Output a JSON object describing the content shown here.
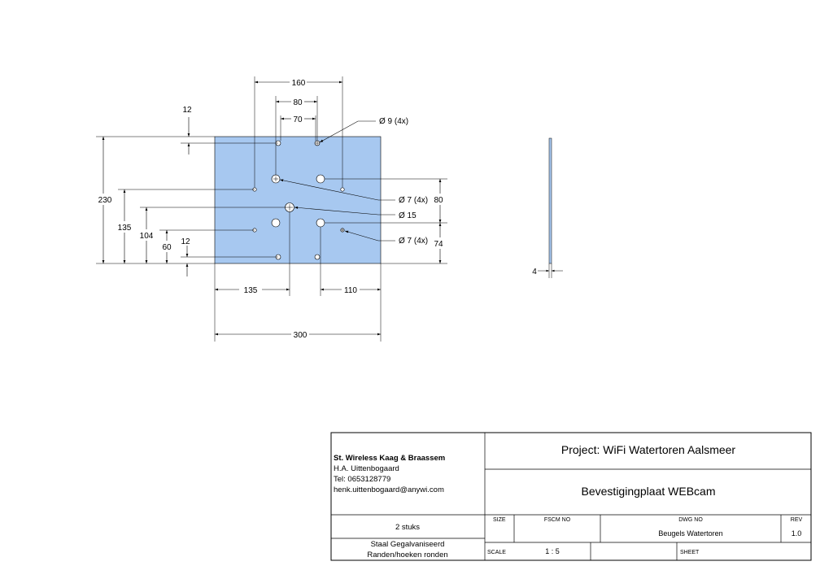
{
  "drawing": {
    "plate_color": "#a7c8f0",
    "line_color": "#000000",
    "horizontal_dimensions": {
      "d160": "160",
      "d80": "80",
      "d70": "70",
      "d135": "135",
      "d110": "110",
      "d300": "300"
    },
    "vertical_dimensions": {
      "d12_top": "12",
      "d230": "230",
      "d135": "135",
      "d104": "104",
      "d60": "60",
      "d12_bottom": "12",
      "d80_right": "80",
      "d74_right": "74"
    },
    "callouts": {
      "hole_9": "Ø 9 (4x)",
      "hole_7_upper": "Ø 7 (4x)",
      "hole_15": "Ø 15",
      "hole_7_lower": "Ø 7 (4x)"
    },
    "side_view": {
      "thickness": "4"
    }
  },
  "title_block": {
    "company": "St. Wireless Kaag & Braassem",
    "contact_name": "H.A. Uittenbogaard",
    "phone": "Tel: 0653128779",
    "email": "henk.uittenbogaard@anywi.com",
    "project": "Project: WiFi Watertoren Aalsmeer",
    "part_title": "Bevestigingplaat WEBcam",
    "quantity": "2 stuks",
    "material": "Staal Gegalvaniseerd",
    "finish_note": "Randen/hoeken ronden",
    "size_label": "SIZE",
    "fscm_label": "FSCM NO",
    "dwg_label": "DWG NO",
    "dwg_value": "Beugels Watertoren",
    "rev_label": "REV",
    "rev_value": "1.0",
    "scale_label": "SCALE",
    "scale_value": "1 : 5",
    "sheet_label": "SHEET"
  }
}
